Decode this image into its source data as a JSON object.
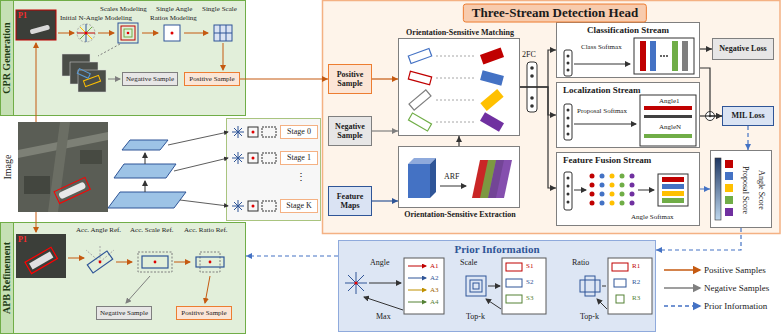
{
  "diagram": {
    "nodes": [
      {
        "text": [
          "CPR Generation"
        ]
      },
      {
        "text": [
          "Negative Sample"
        ],
        "in": 0
      },
      {
        "text": [
          "Positive Sample"
        ],
        "in": 0
      },
      {
        "text": [
          "Stage 0"
        ]
      },
      {
        "text": [
          "Stage 1"
        ]
      },
      {
        "text": [
          "Stage K"
        ]
      },
      {
        "text": [
          "APB Refinement"
        ]
      },
      {
        "text": [
          "Negative Sample"
        ],
        "in": 6
      },
      {
        "text": [
          "Positive Sample"
        ],
        "in": 6
      },
      {
        "text": [
          "Three-Stream Detection Head"
        ]
      },
      {
        "text": [
          "Positive Sample"
        ],
        "in": 9
      },
      {
        "text": [
          "Negative Sample"
        ],
        "in": 9
      },
      {
        "text": [
          "Feature Maps"
        ],
        "in": 9
      },
      {
        "text": [
          "Orientation-Sensitive Matching"
        ],
        "in": 9
      },
      {
        "text": [
          "Orientation-Sensitive Extraction"
        ],
        "in": 9
      },
      {
        "text": [
          "Classification Stream",
          "Class Softmax"
        ],
        "in": 9
      },
      {
        "text": [
          "Negative Loss"
        ],
        "in": 9
      },
      {
        "text": [
          "Localization Stream",
          "Proposal Softmax",
          "Angle1",
          "AngleN"
        ],
        "in": 9
      },
      {
        "text": [
          "MIL Loss"
        ],
        "in": 9
      },
      {
        "text": [
          "Feature Fusion Stream",
          "Angle Softmax"
        ],
        "in": 9
      },
      {
        "text": [
          "Proposal Score",
          "Angle Score"
        ],
        "in": 9
      },
      {
        "text": [
          "Prior Information"
        ]
      }
    ],
    "edges": [
      {
        "from": 2,
        "to": 10,
        "arrow": "to"
      },
      {
        "from": 10,
        "to": 13,
        "arrow": "to"
      },
      {
        "from": 11,
        "to": 13,
        "arrow": "to"
      },
      {
        "from": 12,
        "to": 14,
        "arrow": "to"
      },
      {
        "from": 14,
        "to": 13,
        "arrow": "to"
      },
      {
        "from": 13,
        "to": 15,
        "arrow": "to"
      },
      {
        "from": 13,
        "to": 17,
        "arrow": "to"
      },
      {
        "from": 13,
        "to": 19,
        "arrow": "to"
      },
      {
        "from": 15,
        "to": 16,
        "arrow": "to"
      },
      {
        "from": 15,
        "to": 18,
        "arrow": "to"
      },
      {
        "from": 17,
        "to": 18,
        "arrow": "to"
      },
      {
        "from": 19,
        "to": 20,
        "arrow": "to"
      },
      {
        "from": 18,
        "to": 20,
        "arrow": "to"
      },
      {
        "from": 20,
        "to": 21,
        "arrow": "to"
      },
      {
        "from": 21,
        "to": 6,
        "arrow": "to"
      }
    ],
    "labels": [
      "P1",
      "Initial N-Angle Modeling",
      "Scales Modeling",
      "Single Angle",
      "Ratios Modeling",
      "Single Scale",
      "Image",
      "⋮",
      "P1",
      "Acc. Angle Ref.",
      "Acc. Scale Ref.",
      "Acc. Ratio Ref.",
      "2FC",
      "ARF",
      "Angle",
      "A1",
      "A2",
      "A3",
      "A4",
      "Max",
      "Scale",
      "S1",
      "S2",
      "S3",
      "Top-k",
      "Ratio",
      "R1",
      "R2",
      "R3",
      "Top-k"
    ],
    "legend": [
      {
        "text": "Positive Samples"
      },
      {
        "text": "Negative Samples"
      },
      {
        "text": "Prior Information"
      }
    ]
  }
}
